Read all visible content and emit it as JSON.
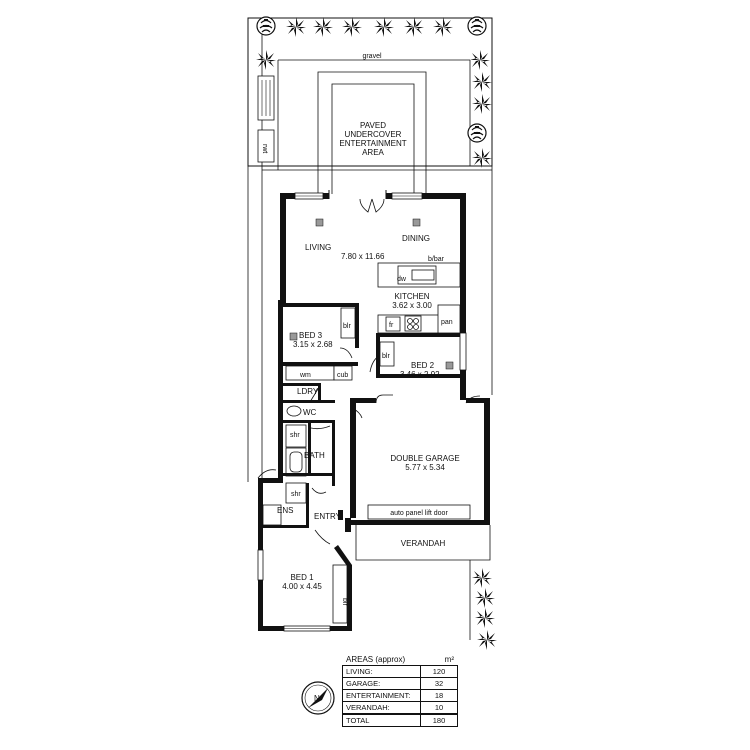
{
  "rooms": {
    "gravel": "gravel",
    "entertainment": [
      "PAVED",
      "UNDERCOVER",
      "ENTERTAINMENT",
      "AREA"
    ],
    "living": "LIVING",
    "living_dims": "7.80 x 11.66",
    "dining": "DINING",
    "bbar": "b/bar",
    "dw": "dw",
    "kitchen": "KITCHEN",
    "kitchen_dims": "3.62 x 3.00",
    "fr": "fr",
    "pan": "pan",
    "bed3": "BED 3",
    "bed3_dims": "3.15 x 2.68",
    "blr": "blr",
    "bed2": "BED 2",
    "bed2_dims": "3.46 x 2.92",
    "wm": "wm",
    "cub": "cub",
    "ldry": "LDRY",
    "wc": "WC",
    "shr": "shr",
    "bath": "BATH",
    "garage": "DOUBLE GARAGE",
    "garage_dims": "5.77 x 5.34",
    "ens": "ENS",
    "entry": "ENTRY",
    "lift_door": "auto panel lift door",
    "verandah": "VERANDAH",
    "bed1": "BED 1",
    "bed1_dims": "4.00 x 4.45",
    "rwt": "rwt"
  },
  "areas": {
    "title": "AREAS (approx)",
    "unit": "m²",
    "rows": [
      {
        "label": "LIVING:",
        "value": "120"
      },
      {
        "label": "GARAGE:",
        "value": "32"
      },
      {
        "label": "ENTERTAINMENT:",
        "value": "18"
      },
      {
        "label": "VERANDAH:",
        "value": "10"
      }
    ],
    "total": {
      "label": "TOTAL",
      "value": "180"
    }
  },
  "north_label": "N",
  "icons": [
    "tree-icon",
    "palm-icon",
    "north-arrow-icon"
  ]
}
